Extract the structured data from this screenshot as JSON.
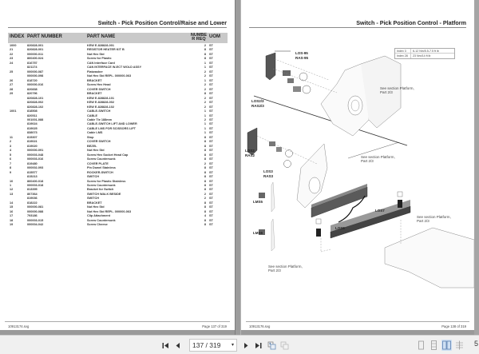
{
  "left_page": {
    "title": "Switch - Pick Position Control/Raise and Lower",
    "table": {
      "headers": {
        "index": "INDEX",
        "part_number": "PART NUMBER",
        "part_name": "PART NAME",
        "number_req": "NUMBE R REQ",
        "uom": "UOM"
      },
      "rows": [
        {
          "index": "1000",
          "part_number": "820828-001",
          "part_name": "KEW E-828828-001",
          "qty": "2",
          "uom": "ST"
        },
        {
          "index": "21",
          "part_number": "820828-001",
          "part_name": "RESISTOR HEATER KIT B",
          "qty": "8",
          "uom": "ST"
        },
        {
          "index": "22",
          "part_number": "000000-011",
          "part_name": "Nut Hex Std",
          "qty": "8",
          "uom": "ST"
        },
        {
          "index": "23",
          "part_number": "860400-024",
          "part_name": "Screw for Plastic",
          "qty": "8",
          "uom": "ST"
        },
        {
          "index": "24",
          "part_number": "816757",
          "part_name": "CAN Interface Card",
          "qty": "1",
          "uom": "ST"
        },
        {
          "index": "",
          "part_number": "821174",
          "part_name": "CAN INTERFACE W-ECT WOLD ASSY",
          "qty": "1",
          "uom": "ST"
        },
        {
          "index": "25",
          "part_number": "000000-087",
          "part_name": "Flatwasher",
          "qty": "2",
          "uom": "ST"
        },
        {
          "index": "",
          "part_number": "000000-098",
          "part_name": "Nut Hex Std REPL. 000000-063",
          "qty": "2",
          "uom": "ST"
        },
        {
          "index": "26",
          "part_number": "818720",
          "part_name": "BRACKET",
          "qty": "1",
          "uom": "ST"
        },
        {
          "index": "27",
          "part_number": "000000-016",
          "part_name": "Screw Hex Head",
          "qty": "2",
          "uom": "ST"
        },
        {
          "index": "28",
          "part_number": "820838",
          "part_name": "COVER SWITCH",
          "qty": "2",
          "uom": "ST"
        },
        {
          "index": "29",
          "part_number": "820796",
          "part_name": "BRACKET",
          "qty": "8",
          "uom": "ST"
        },
        {
          "index": "",
          "part_number": "820828-101",
          "part_name": "KEW E-828828-101",
          "qty": "2",
          "uom": "ST"
        },
        {
          "index": "",
          "part_number": "820828-002",
          "part_name": "KEW E-828828-002",
          "qty": "2",
          "uom": "ST"
        },
        {
          "index": "",
          "part_number": "820828-102",
          "part_name": "KEW E-828828-102",
          "qty": "2",
          "uom": "ST"
        },
        {
          "index": "1001",
          "part_number": "818508",
          "part_name": "CABLE-SWITCH",
          "qty": "1",
          "uom": "ST"
        },
        {
          "index": "",
          "part_number": "820511",
          "part_name": "CABLE",
          "qty": "1",
          "uom": "ST"
        },
        {
          "index": "",
          "part_number": "001001-088",
          "part_name": "Cable Tie 188mm",
          "qty": "2",
          "uom": "ST"
        },
        {
          "index": "",
          "part_number": "819024",
          "part_name": "CABLE-SWITCH LIFT AND LOWER",
          "qty": "1",
          "uom": "ST"
        },
        {
          "index": "",
          "part_number": "819025",
          "part_name": "CABLE LMS FOR SCISSORS LIFT",
          "qty": "1",
          "uom": "ST"
        },
        {
          "index": "",
          "part_number": "838073",
          "part_name": "Cable LMS",
          "qty": "1",
          "uom": "ST"
        },
        {
          "index": "11",
          "part_number": "815307",
          "part_name": "Stop",
          "qty": "8",
          "uom": "ST"
        },
        {
          "index": "2",
          "part_number": "819021",
          "part_name": "COVER SWITCH",
          "qty": "8",
          "uom": "ST"
        },
        {
          "index": "3",
          "part_number": "819020",
          "part_name": "BEZEL",
          "qty": "8",
          "uom": "ST"
        },
        {
          "index": "4",
          "part_number": "000000-091",
          "part_name": "Nut Hex Std",
          "qty": "8",
          "uom": "ST"
        },
        {
          "index": "5",
          "part_number": "000003-048",
          "part_name": "Screw Hex Socket Head Cap",
          "qty": "8",
          "uom": "ST"
        },
        {
          "index": "6",
          "part_number": "000003-016",
          "part_name": "Screw Countersunk",
          "qty": "8",
          "uom": "ST"
        },
        {
          "index": "7",
          "part_number": "819480",
          "part_name": "COVER PLATE",
          "qty": "2",
          "uom": "ST"
        },
        {
          "index": "8",
          "part_number": "000002-093",
          "part_name": "Pin Dowel Stainless",
          "qty": "8",
          "uom": "ST"
        },
        {
          "index": "9",
          "part_number": "815577",
          "part_name": "ROCKER-SWITCH",
          "qty": "8",
          "uom": "ST"
        },
        {
          "index": "",
          "part_number": "815213",
          "part_name": "SWITCH",
          "qty": "8",
          "uom": "ST"
        },
        {
          "index": "10",
          "part_number": "860400-018",
          "part_name": "Screw for Plastic Stainless",
          "qty": "8",
          "uom": "ST"
        },
        {
          "index": "1",
          "part_number": "000003-018",
          "part_name": "Screw Countersunk",
          "qty": "8",
          "uom": "ST"
        },
        {
          "index": "12",
          "part_number": "813395",
          "part_name": "Bracket for Switch",
          "qty": "8",
          "uom": "ST"
        },
        {
          "index": "13",
          "part_number": "807364",
          "part_name": "SWITCH WALK BESIDE",
          "qty": "2",
          "uom": "ST"
        },
        {
          "index": "",
          "part_number": "819036",
          "part_name": "SWITCH",
          "qty": "2",
          "uom": "ST"
        },
        {
          "index": "14",
          "part_number": "818222",
          "part_name": "BRACKET",
          "qty": "8",
          "uom": "ST"
        },
        {
          "index": "15",
          "part_number": "000000-081",
          "part_name": "Nut Hex Std",
          "qty": "8",
          "uom": "ST"
        },
        {
          "index": "16",
          "part_number": "000000-088",
          "part_name": "Nut Hex Std REPL. 000000-063",
          "qty": "8",
          "uom": "ST"
        },
        {
          "index": "17",
          "part_number": "793186",
          "part_name": "Clip Attachment",
          "qty": "4",
          "uom": "ST"
        },
        {
          "index": "18",
          "part_number": "000003-015",
          "part_name": "Screw Countersunk",
          "qty": "8",
          "uom": "ST"
        },
        {
          "index": "19",
          "part_number": "000004-042",
          "part_name": "Screw Cheese",
          "qty": "8",
          "uom": "ST"
        }
      ]
    },
    "footer": {
      "file": "10913174.svg",
      "page": "Page 137 of 319"
    }
  },
  "right_page": {
    "title": "Switch - Pick Position Control - Platform",
    "spec_table": [
      {
        "label": "Index 3",
        "value": "6-12 Nm/5.5-7.5 ft lb"
      },
      {
        "label": "Index 28",
        "value": "23 Nm/14 ft lb"
      }
    ],
    "callouts": {
      "los95": "LOS-95",
      "ras95": "RAS-95",
      "los23": "LOS2/3",
      "ras23": "RAS2/3",
      "los2": "LOS2",
      "ras2": "RAS2",
      "los3": "LOS3",
      "ras3": "RAS3",
      "lms5": "LMS5",
      "lms6": "LMS6",
      "los7": "LOS7",
      "los6": "LOS6",
      "see_section_1": "See section Platform, Part 2/3",
      "see_section_2": "See section Platform, Part 2/3",
      "see_section_3": "See section Platform, Part 2/3",
      "see_section_4": "See section Platform, Part 2/3"
    },
    "footer": {
      "file": "10913176.svg",
      "page": "Page 138 of 319"
    }
  },
  "toolbar": {
    "page_field": "137 / 319",
    "current_page": 137,
    "total_pages": 319,
    "zoom_partial": "5",
    "accent": "#cfe0f3"
  }
}
